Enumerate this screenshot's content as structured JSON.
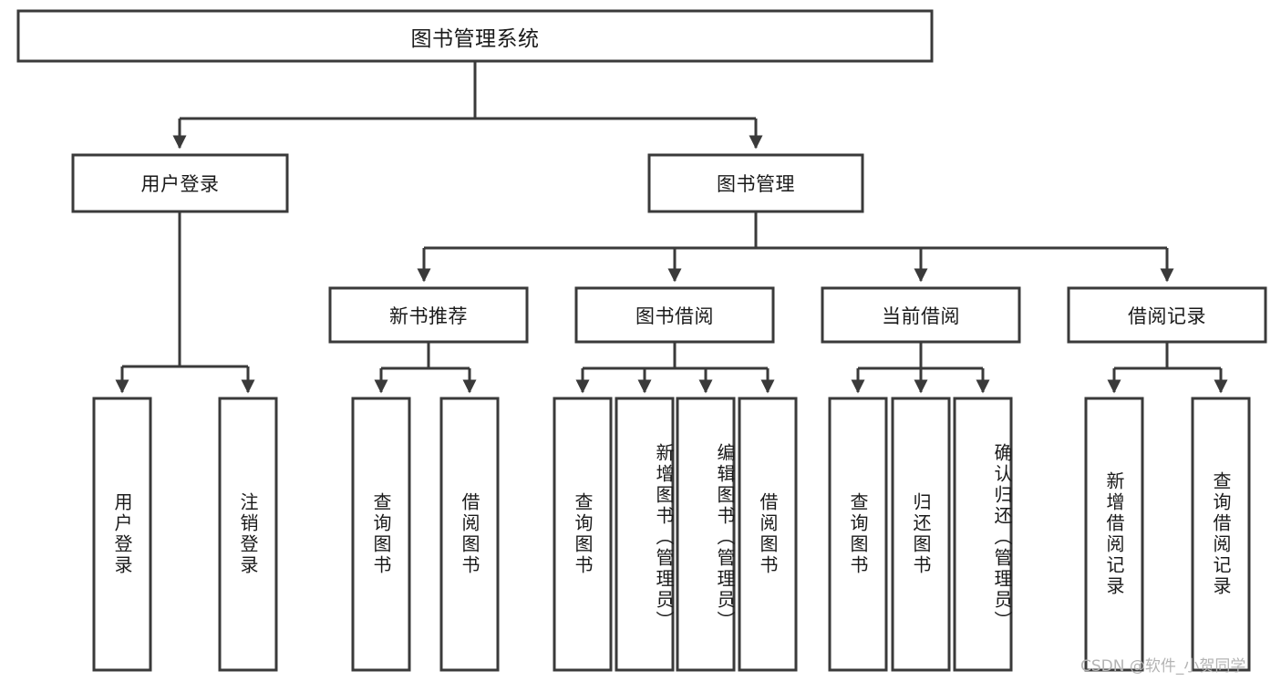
{
  "diagram": {
    "type": "tree-hierarchy-chart",
    "title": "图书管理系统",
    "watermark": "CSDN @软件_小贺同学",
    "colors": {
      "stroke": "#3a3a3a",
      "fill": "#ffffff",
      "text": "#1a1a1a",
      "watermark": "#b4b4b4"
    },
    "levels": {
      "root": {
        "label": "图书管理系统"
      },
      "level2": [
        {
          "label": "用户登录"
        },
        {
          "label": "图书管理"
        }
      ],
      "level3": [
        {
          "label": "新书推荐"
        },
        {
          "label": "图书借阅"
        },
        {
          "label": "当前借阅"
        },
        {
          "label": "借阅记录"
        }
      ],
      "leaves": {
        "user_login": [
          {
            "label": "用户登录"
          },
          {
            "label": "注销登录"
          }
        ],
        "new_book_recommend": [
          {
            "label": "查询图书"
          },
          {
            "label": "借阅图书"
          }
        ],
        "book_borrow": [
          {
            "label": "查询图书"
          },
          {
            "label": "新增图书（管理员）"
          },
          {
            "label": "编辑图书（管理员）"
          },
          {
            "label": "借阅图书"
          }
        ],
        "current_borrow": [
          {
            "label": "查询图书"
          },
          {
            "label": "归还图书"
          },
          {
            "label": "确认归还（管理员）"
          }
        ],
        "borrow_record": [
          {
            "label": "新增借阅记录"
          },
          {
            "label": "查询借阅记录"
          }
        ]
      }
    }
  }
}
